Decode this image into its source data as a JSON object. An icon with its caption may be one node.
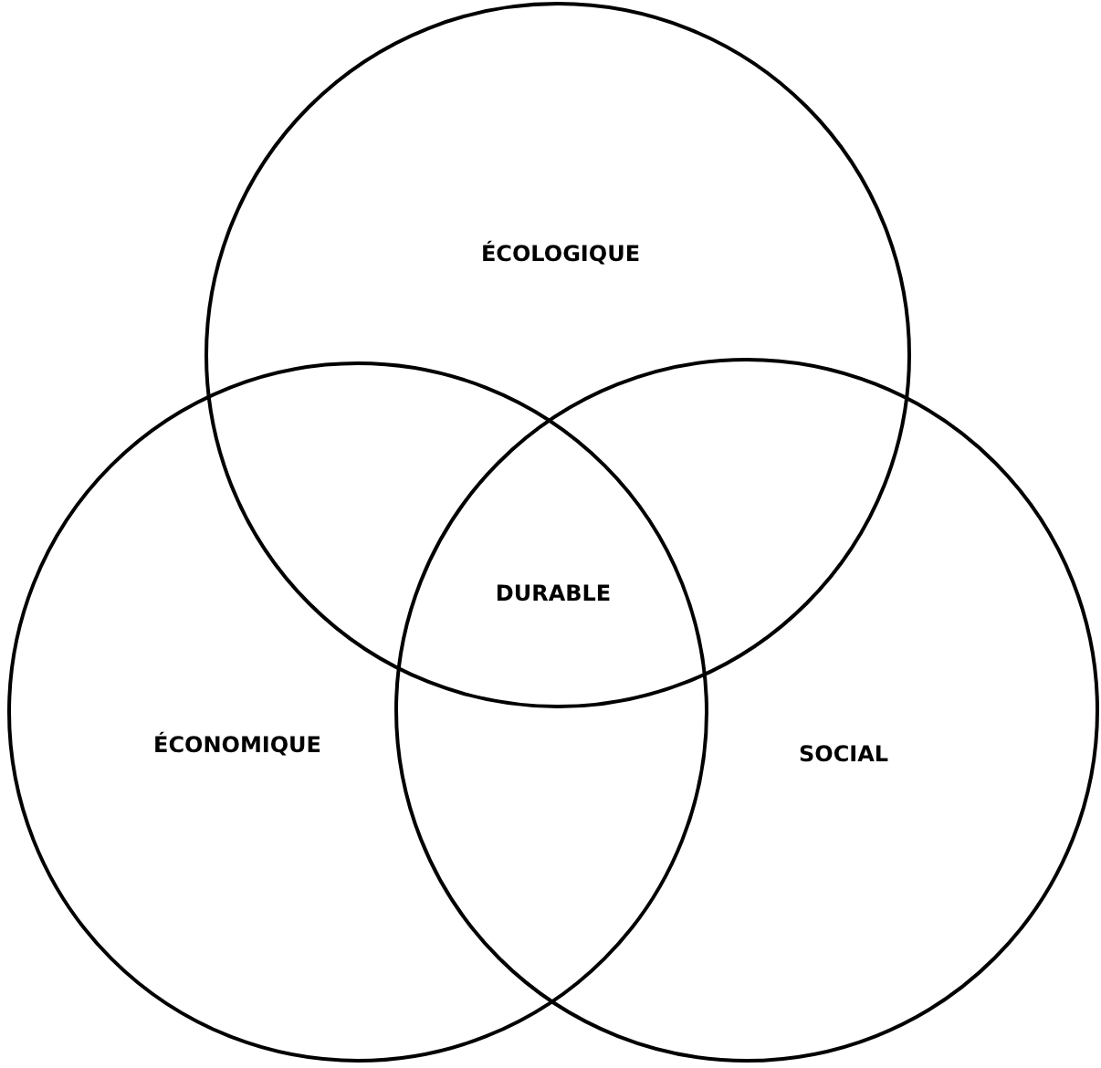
{
  "diagram": {
    "nodes": [
      {
        "text": [
          "ÉCOLOGIQUE"
        ]
      },
      {
        "text": [
          "ÉCONOMIQUE"
        ]
      },
      {
        "text": [
          "SOCIAL"
        ]
      }
    ],
    "labels": [
      "DURABLE"
    ]
  }
}
